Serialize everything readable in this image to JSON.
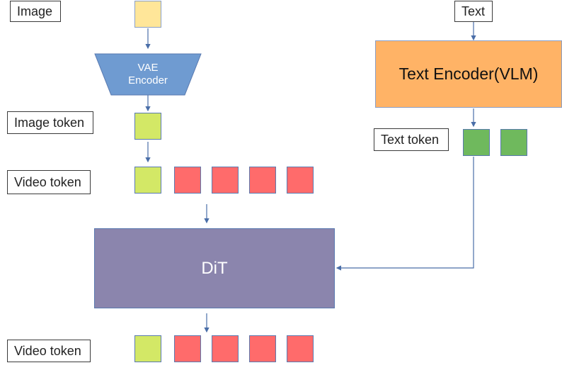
{
  "labels": {
    "image": "Image",
    "text": "Text",
    "image_token": "Image token",
    "video_token_top": "Video token",
    "text_token": "Text token",
    "video_token_bottom": "Video token"
  },
  "blocks": {
    "vae_line1": "VAE",
    "vae_line2": "Encoder",
    "text_encoder": "Text Encoder(VLM)",
    "dit": "DiT"
  },
  "colors": {
    "input_image": "#ffe699",
    "image_token": "#d3e866",
    "video_token": "#ff6b6b",
    "text_token": "#6fb95d",
    "vae": "#6f9bd1",
    "text_encoder": "#ffb366",
    "dit": "#8b85ad",
    "arrow": "#4a6ea8"
  }
}
